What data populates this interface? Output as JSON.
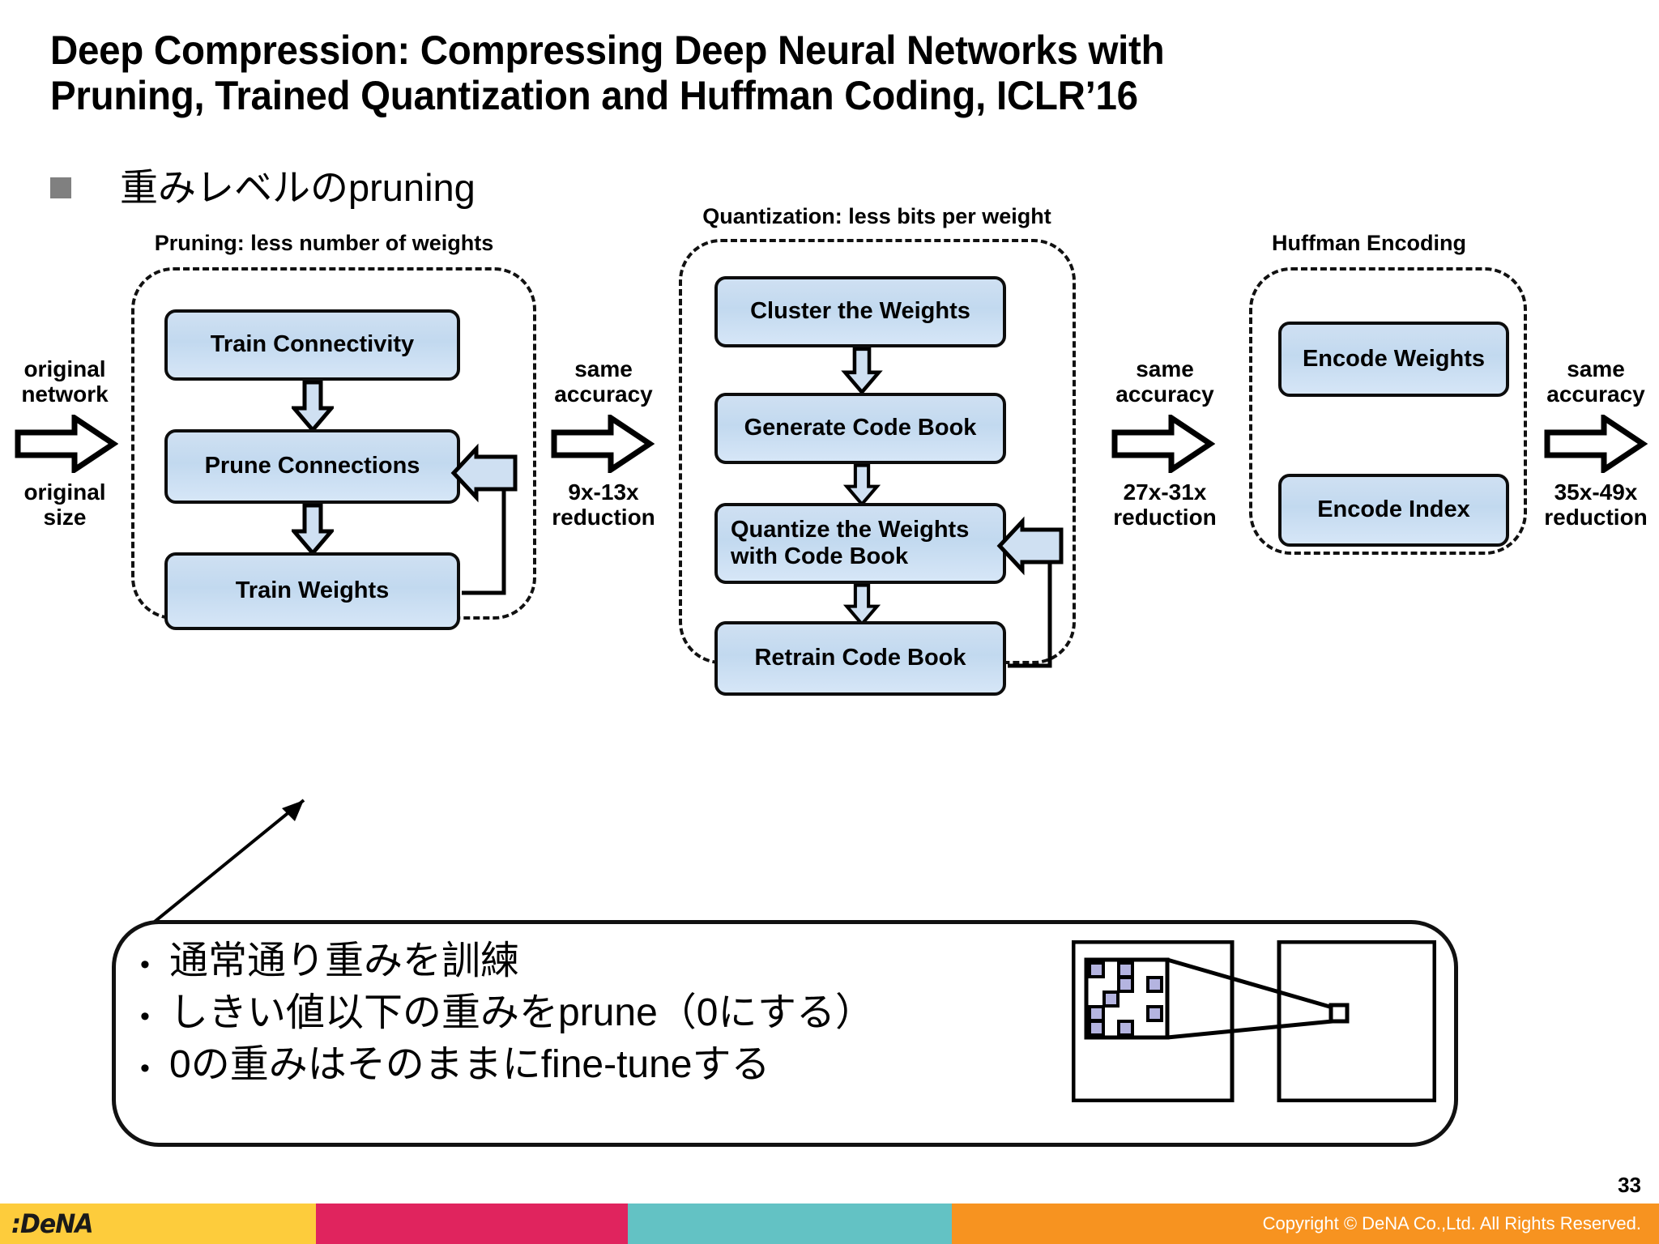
{
  "slide": {
    "title_line1": "Deep Compression: Compressing Deep Neural Networks with",
    "title_line2": "Pruning, Trained Quantization and Huffman Coding, ICLR’16",
    "bullet": "重みレベルのpruning",
    "page_number": "33"
  },
  "diagram": {
    "stages": [
      {
        "name": "pruning",
        "title": "Pruning: less number of weights",
        "boxes": [
          {
            "label": "Train Connectivity"
          },
          {
            "label": "Prune Connections"
          },
          {
            "label": "Train Weights"
          }
        ]
      },
      {
        "name": "quantization",
        "title": "Quantization: less bits per weight",
        "boxes": [
          {
            "label": "Cluster the Weights"
          },
          {
            "label": "Generate Code Book"
          },
          {
            "label": "Quantize the Weights with Code Book"
          },
          {
            "label": "Retrain Code Book"
          }
        ]
      },
      {
        "name": "huffman",
        "title": "Huffman Encoding",
        "boxes": [
          {
            "label": "Encode Weights"
          },
          {
            "label": "Encode Index"
          }
        ]
      }
    ],
    "connectors": [
      {
        "name": "input",
        "top": "original\nnetwork",
        "bottom": "original\nsize",
        "top_line1": "original",
        "top_line2": "network",
        "bottom_line1": "original",
        "bottom_line2": "size"
      },
      {
        "name": "after-pruning",
        "top_line1": "same",
        "top_line2": "accuracy",
        "bottom_line1": "9x-13x",
        "bottom_line2": "reduction"
      },
      {
        "name": "after-quantization",
        "top_line1": "same",
        "top_line2": "accuracy",
        "bottom_line1": "27x-31x",
        "bottom_line2": "reduction"
      },
      {
        "name": "after-huffman",
        "top_line1": "same",
        "top_line2": "accuracy",
        "bottom_line1": "35x-49x",
        "bottom_line2": "reduction"
      }
    ]
  },
  "callout": {
    "items": [
      {
        "bullet": "•",
        "text": "通常通り重みを訓練"
      },
      {
        "bullet": "•",
        "text": "しきい値以下の重みをprune（0にする）"
      },
      {
        "bullet": "•",
        "text": "0の重みはそのままにfine-tuneする"
      }
    ]
  },
  "footer": {
    "logo": ":DeNA",
    "copyright": "Copyright © DeNA Co.,Ltd. All Rights Reserved.",
    "colors": {
      "yellow": "#fdcc3c",
      "crimson": "#e0245e",
      "teal": "#63c2c4",
      "orange": "#f79320"
    }
  },
  "colors": {
    "box_fill": "#c8dcf0",
    "box_border": "#0d0d0d",
    "bullet_square": "#808080",
    "matrix_cell": "#b4b4e0"
  }
}
